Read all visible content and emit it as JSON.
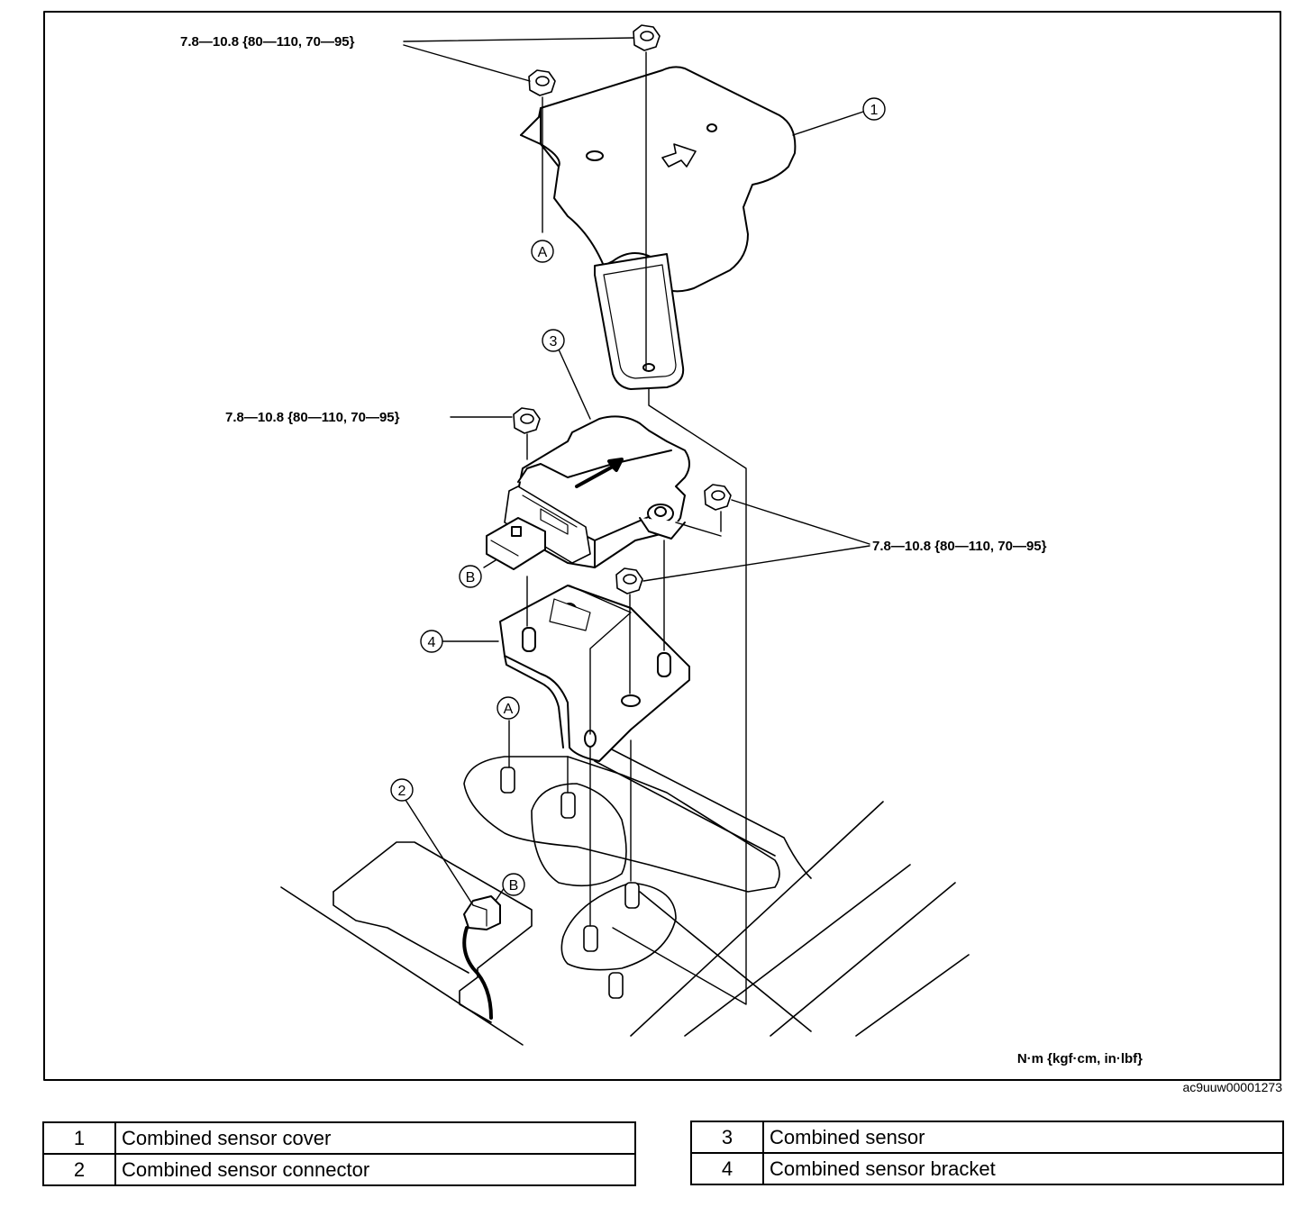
{
  "torque_spec": "7.8—10.8 {80—110, 70—95}",
  "units": "N·m {kgf·cm, in·lbf}",
  "doc_id": "ac9uuw00001273",
  "callouts": {
    "c1": "1",
    "c2": "2",
    "c3": "3",
    "c4": "4",
    "a": "A",
    "b": "B"
  },
  "legend": {
    "left": [
      {
        "num": "1",
        "label": "Combined sensor cover"
      },
      {
        "num": "2",
        "label": "Combined sensor connector"
      }
    ],
    "right": [
      {
        "num": "3",
        "label": "Combined sensor"
      },
      {
        "num": "4",
        "label": "Combined sensor bracket"
      }
    ]
  }
}
